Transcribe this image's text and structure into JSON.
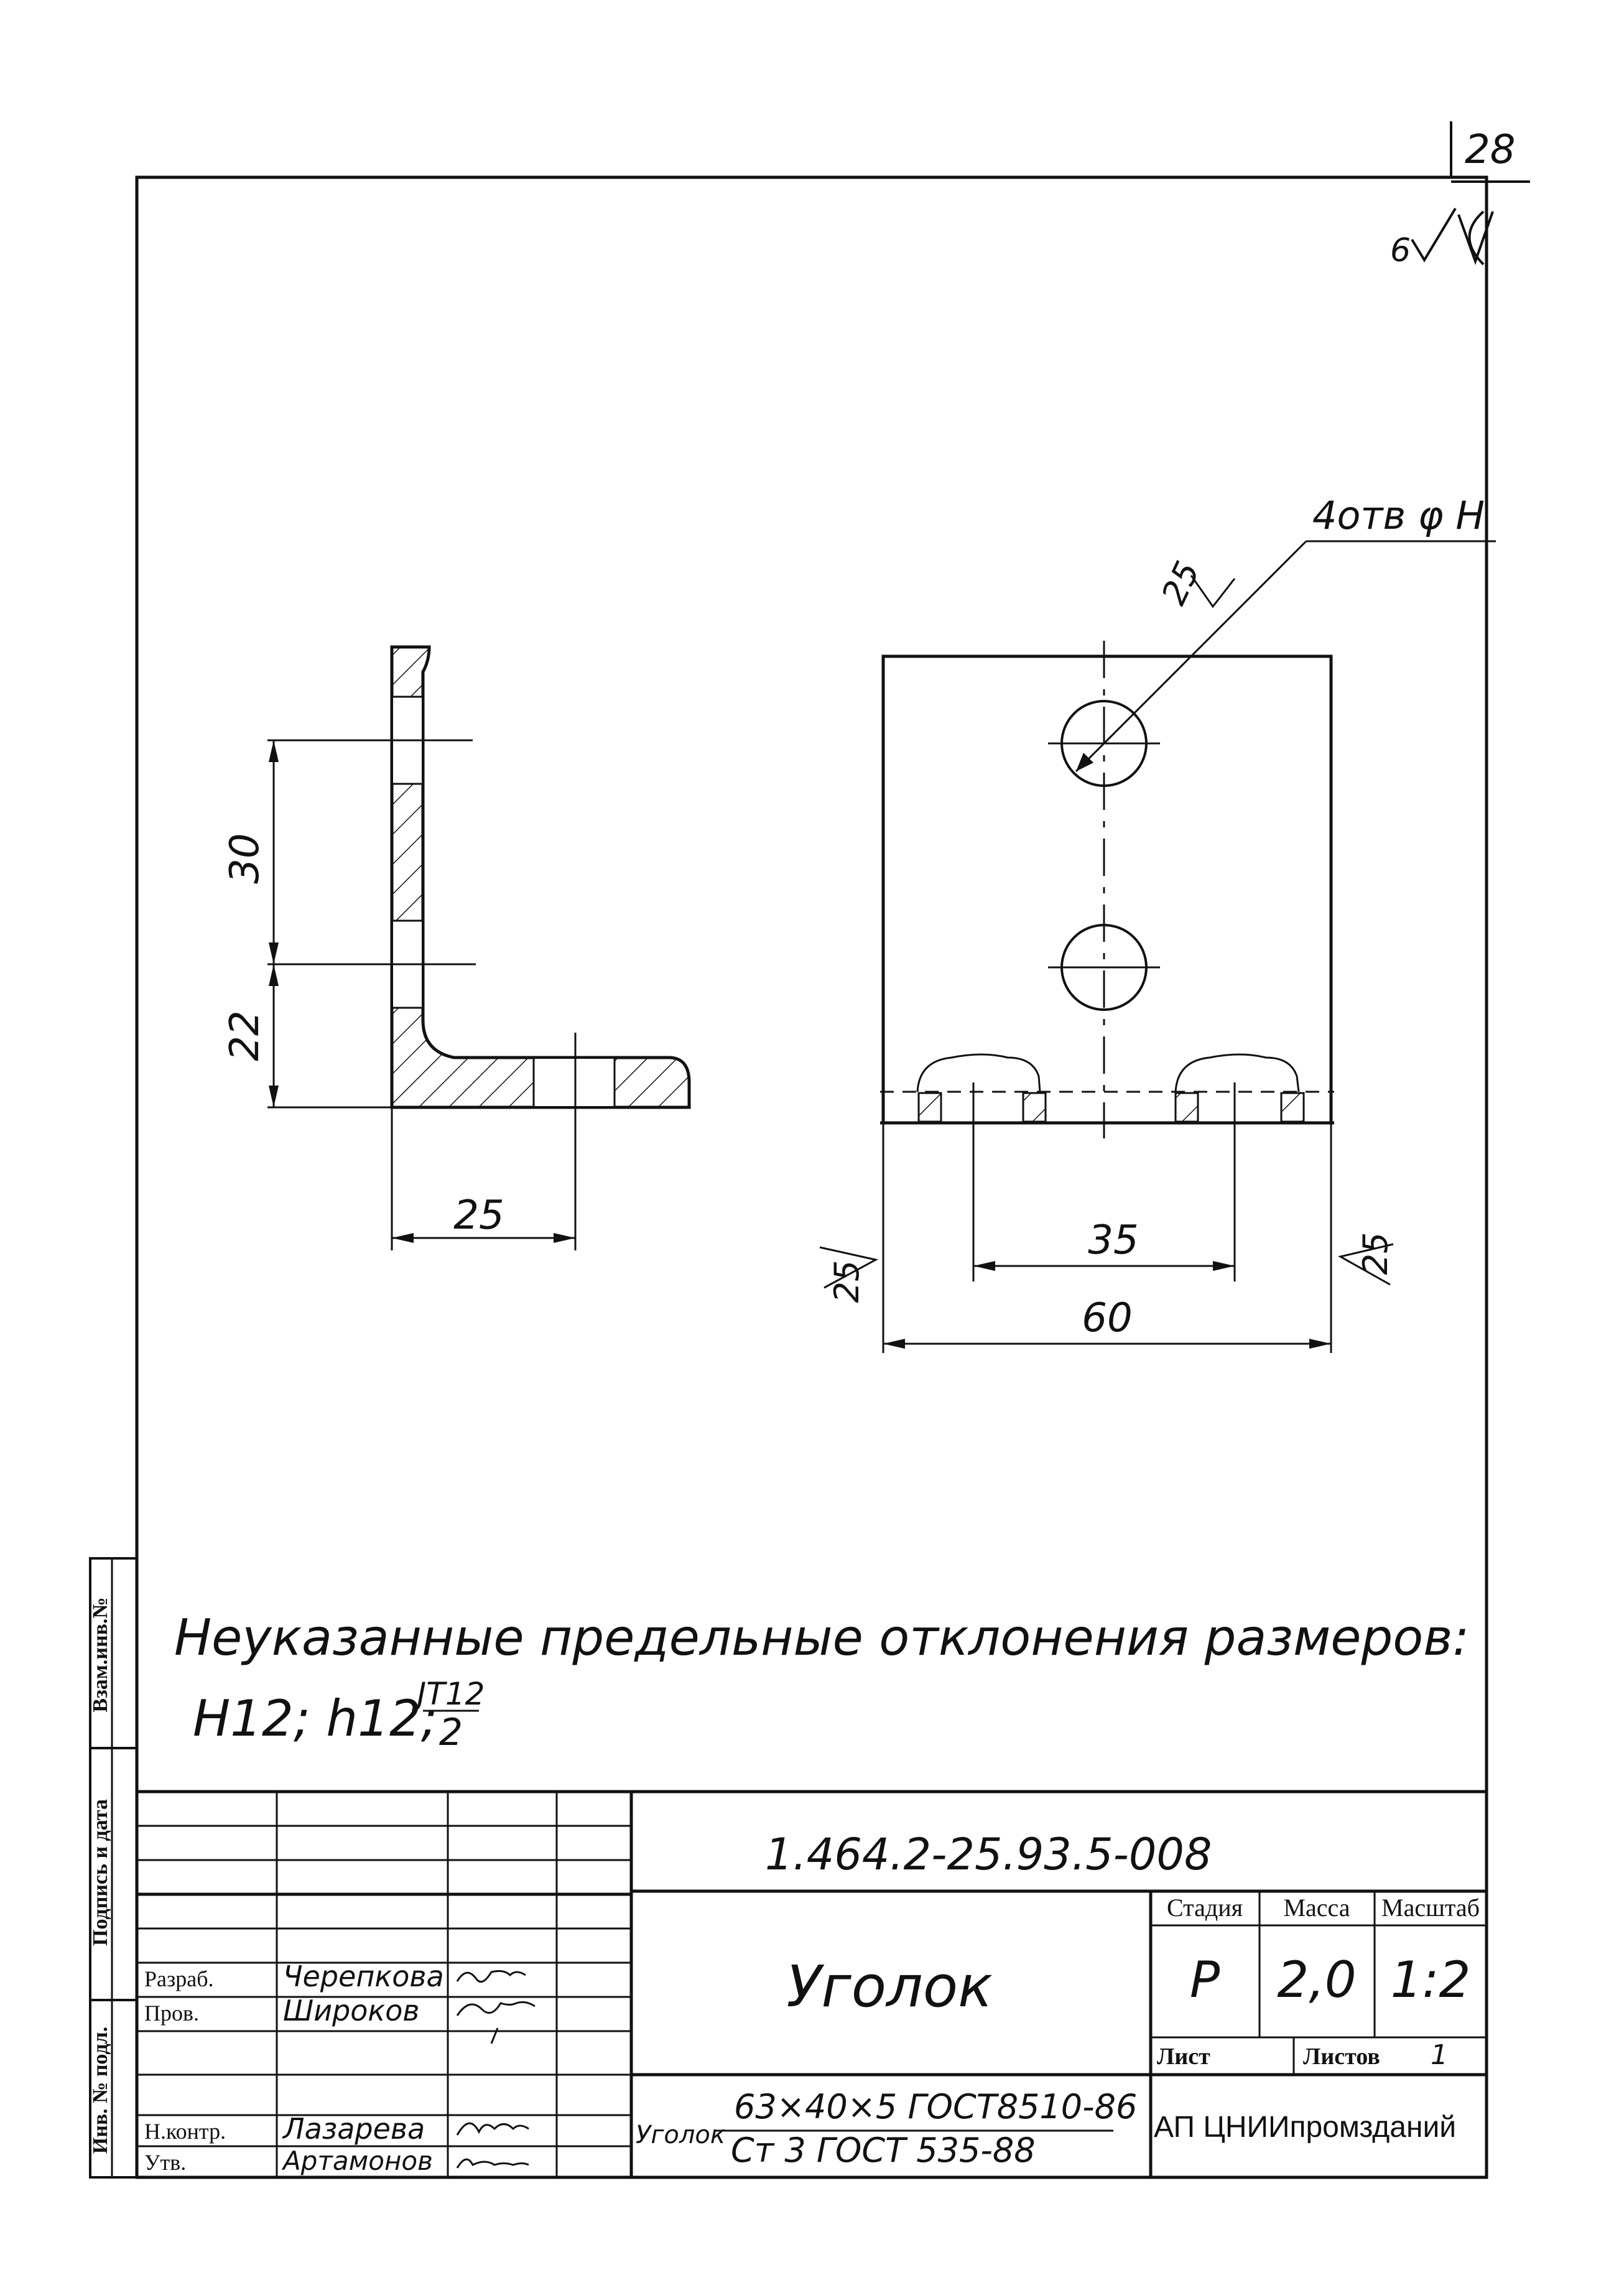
{
  "sheet_number": "28",
  "surface_finish": {
    "roughness_general": "6",
    "holes": "25",
    "left_edge": "25",
    "right_edge": "25"
  },
  "holes_callout": "4отв φ H",
  "dimensions": {
    "section_30": "30",
    "section_22": "22",
    "section_25": "25",
    "plan_35": "35",
    "plan_60": "60"
  },
  "notes": {
    "line1": "Неуказанные предельные отклонения размеров:",
    "line2_prefix": "H12; h12;",
    "fraction_num": "JT12",
    "fraction_den": "2"
  },
  "side_labels": {
    "vzam": "Взам.инв.№",
    "podpis": "Подпись и дата",
    "inv": "Инв. № подл."
  },
  "title_block": {
    "doc_code": "1.464.2-25.93.5-008",
    "title": "Уголок",
    "stage_header": "Стадия",
    "mass_header": "Масса",
    "scale_header": "Масштаб",
    "stage": "Р",
    "mass": "2,0",
    "scale": "1:2",
    "sheet_label": "Лист",
    "sheets_label": "Листов",
    "sheets_value": "1",
    "material_prefix": "Уголок",
    "material_top": "63×40×5 ГОСТ8510-86",
    "material_bottom": "Ст 3 ГОСТ 535-88",
    "organization": "АП ЦНИИпромзданий",
    "roles": [
      {
        "role": "Разраб.",
        "name": "Черепкова"
      },
      {
        "role": "Пров.",
        "name": "Широков"
      },
      {
        "role": "Н.контр.",
        "name": "Лазарева"
      },
      {
        "role": "Утв.",
        "name": "Артамонов"
      }
    ]
  }
}
